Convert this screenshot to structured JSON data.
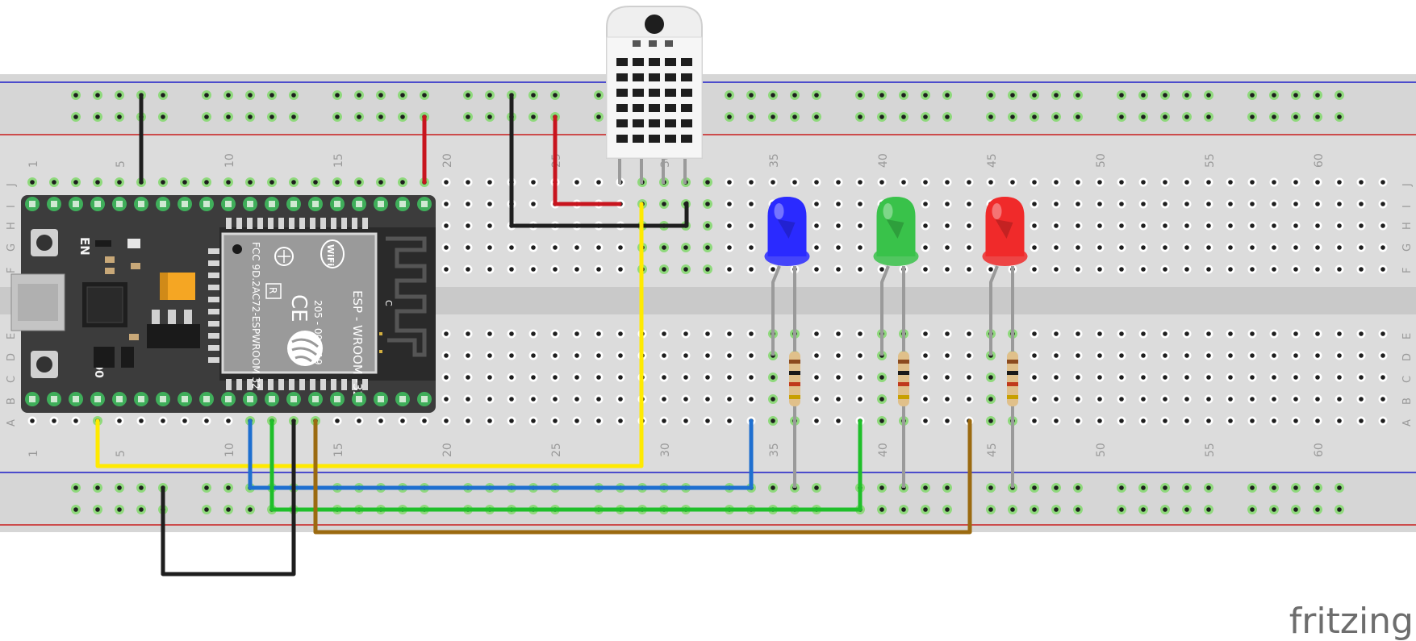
{
  "breadboard": {
    "column_numbers": [
      "1",
      "5",
      "10",
      "15",
      "20",
      "25",
      "30",
      "35",
      "40",
      "45",
      "50",
      "55",
      "60"
    ],
    "row_letters_top": [
      "J",
      "I",
      "H",
      "G",
      "F"
    ],
    "row_letters_bottom": [
      "E",
      "D",
      "C",
      "B",
      "A"
    ]
  },
  "esp32": {
    "module_label": "ESP - WROOM -32",
    "fcc_label": "FCC 9D.2AC72-ESPWROOM 32",
    "serial_label": "205 - 000519",
    "wifi_label": "WiFi",
    "en_label": "EN",
    "io0_label": "IO0",
    "c_label": "C",
    "r_mark": "R",
    "ce_mark": "CE"
  },
  "leds": [
    {
      "color": "blue",
      "hex": "#2a2aff"
    },
    {
      "color": "green",
      "hex": "#39c24a"
    },
    {
      "color": "red",
      "hex": "#f02a2a"
    }
  ],
  "wire_colors": {
    "black": "#1e1e1e",
    "red": "#c8141e",
    "yellow": "#ffea00",
    "blue": "#1e6fd0",
    "green": "#1fbf2a",
    "brown": "#9b6a10"
  },
  "brand": {
    "logo": "fritzing"
  }
}
